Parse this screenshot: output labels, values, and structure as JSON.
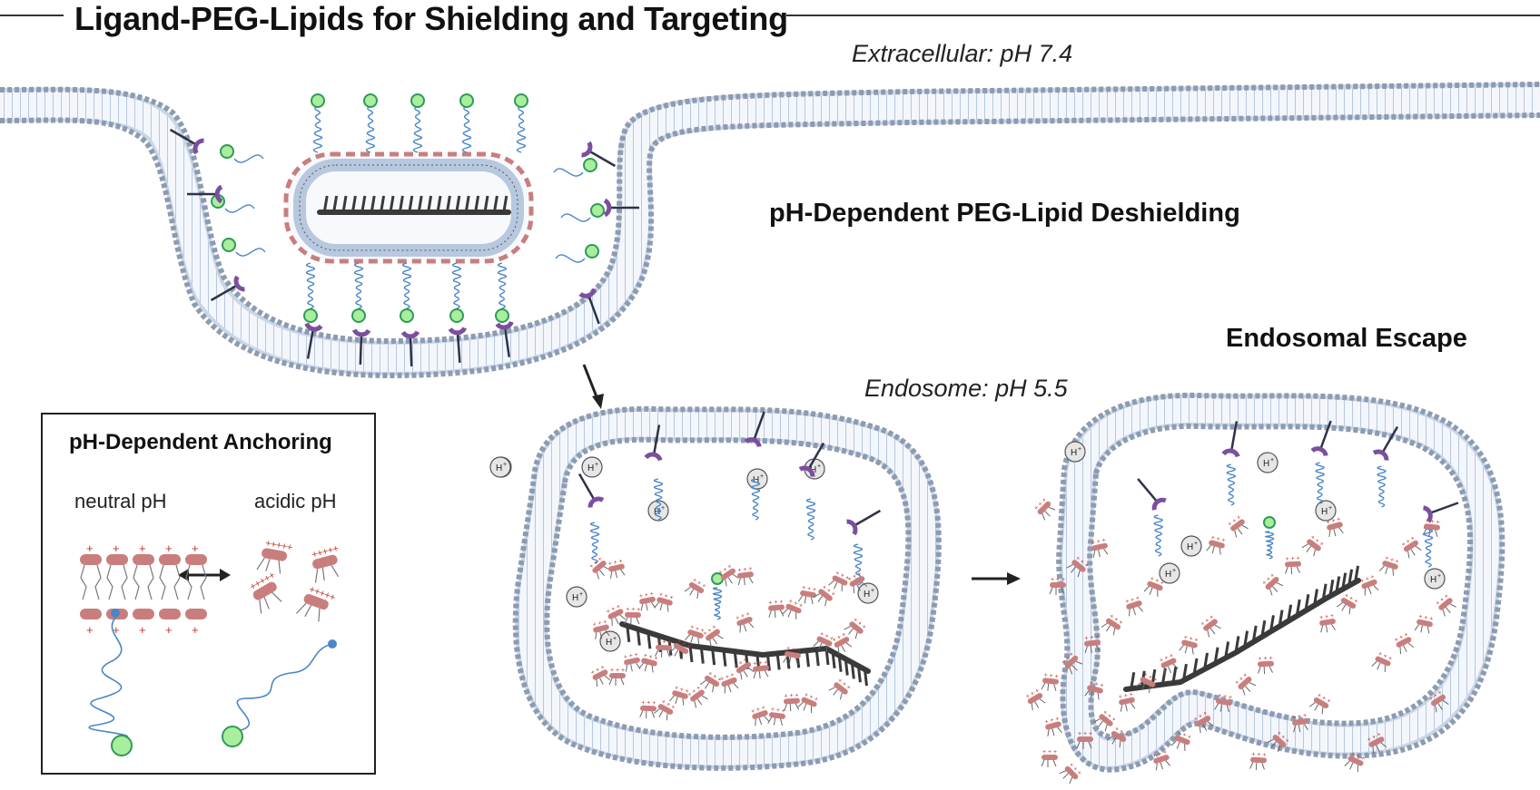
{
  "title": "Ligand-PEG-Lipids for Shielding and Targeting",
  "labels": {
    "extracellular": "Extracellular: pH 7.4",
    "deshielding": "pH-Dependent PEG-Lipid Deshielding",
    "endosomal_escape": "Endosomal Escape",
    "endosome": "Endosome: pH 5.5"
  },
  "inset": {
    "title": "pH-Dependent Anchoring",
    "neutral": "neutral pH",
    "acidic": "acidic pH"
  },
  "proton_label": "H",
  "colors": {
    "membrane_head": "#8d9bb0",
    "membrane_tail": "#c9d6e8",
    "peg": "#4a86c8",
    "ligand_fill": "#a8ee9c",
    "ligand_stroke": "#2f9a58",
    "receptor": "#7b4f9e",
    "receptor_stem": "#2f3248",
    "ionizable_lipid": "#c97e7e",
    "charge": "#c0392b",
    "rna": "#3a3a3a",
    "proton_fill": "#e6e6e6"
  }
}
